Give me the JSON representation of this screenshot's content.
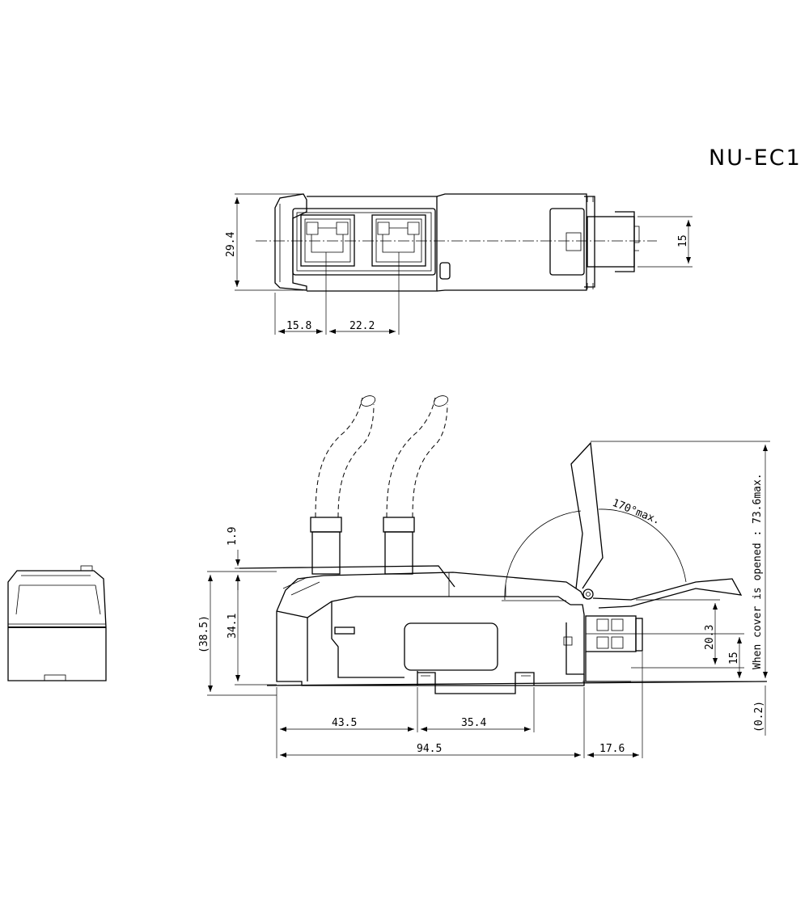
{
  "model": "NU-EC1",
  "top_view": {
    "height_label": "29.4",
    "connector_height_label": "15",
    "port_offset_label": "15.8",
    "port_pitch_label": "22.2"
  },
  "side_view": {
    "top_clearance_label": "1.9",
    "overall_height_label": "(38.5)",
    "body_height_label": "34.1",
    "rail_offset_label": "43.5",
    "rail_width_label": "35.4",
    "body_length_label": "94.5",
    "connector_length_label": "17.6",
    "terminal_height_label": "20.3",
    "terminal_center_label": "15",
    "base_gap_label": "(0.2)",
    "cover_angle_label": "170°max.",
    "cover_open_label": "When cover is opened : 73.6max."
  }
}
